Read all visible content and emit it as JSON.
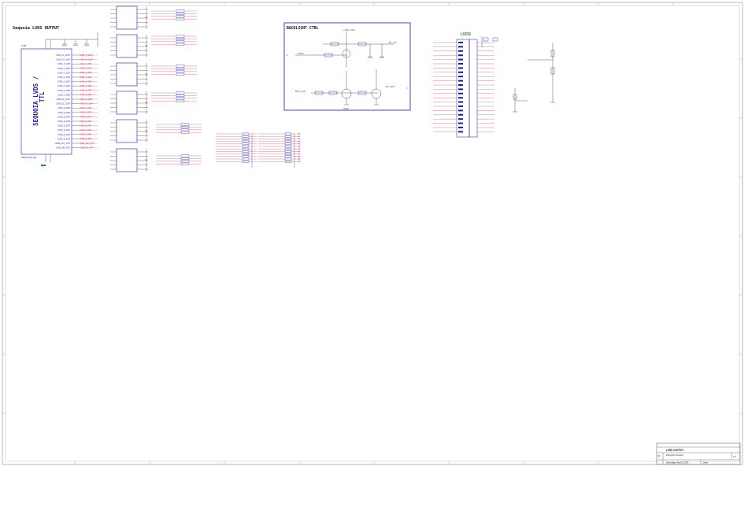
{
  "colors": {
    "border": "#8a8a8a",
    "component": "#1a1aa6",
    "net": "#cc2244",
    "wire": "#333333",
    "power": "#229922",
    "junction": "#cc0077"
  },
  "sections": {
    "lvds_output_title": "Sequoia LVDS OUTPUT",
    "backlight_title": "BACKLIGHT CTRL",
    "lvds_connector_title": "LVDS"
  },
  "main_ic": {
    "label_line1": "SEQUOIA LVDS /",
    "label_line2": "TTL",
    "ref": "U1B",
    "part": "SEQUOIA-SQ"
  },
  "ic_pins": [
    "LVDS_O_CLKP",
    "LVDS_O_CLKN",
    "LVDS_O_D0P",
    "LVDS_O_D0N",
    "LVDS_O_D1P",
    "LVDS_O_D1N",
    "LVDS_O_D2P",
    "LVDS_O_D2N",
    "LVDS_O_D3P",
    "LVDS_O_D3N",
    "LVDS_E_CLKP",
    "LVDS_E_CLKN",
    "LVDS_E_D0P",
    "LVDS_E_D0N",
    "LVDS_E_D1P",
    "LVDS_E_D1N",
    "LVDS_E_D2P",
    "LVDS_E_D2N",
    "LVDS_E_D3P",
    "LVDS_E_D3N",
    "LVDS_CLK_OUT",
    "LVDS_DE_OUT"
  ],
  "backlight_nets": {
    "en": "BKLT_EN",
    "pwm": "PWM",
    "vcc": "+12V_VCC",
    "bl_on": "BL_ON",
    "dim": "BL_DIM",
    "gnd": "GND"
  },
  "title_block": {
    "title": "LVDS OUTPUT",
    "company": "Document Number",
    "date": "Wednesday, April 02, 2014",
    "sheet_label": "Sheet",
    "rev": "1.0",
    "size": "A3"
  }
}
